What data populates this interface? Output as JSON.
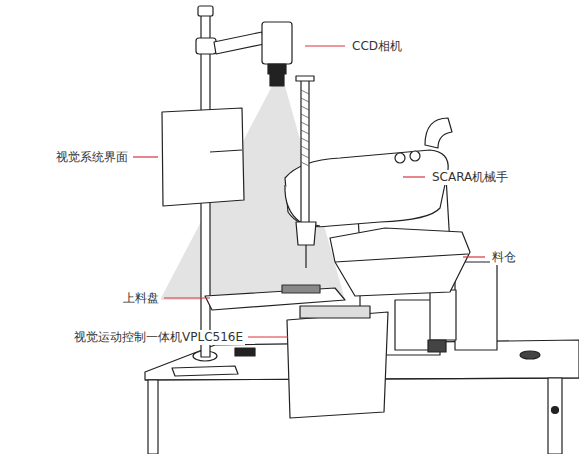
{
  "diagram": {
    "labels": [
      "CCD相机",
      "视觉系统界面",
      "SCARA机械手",
      "料仓",
      "上料盘",
      "视觉运动控制一体机VPLC516E"
    ]
  }
}
